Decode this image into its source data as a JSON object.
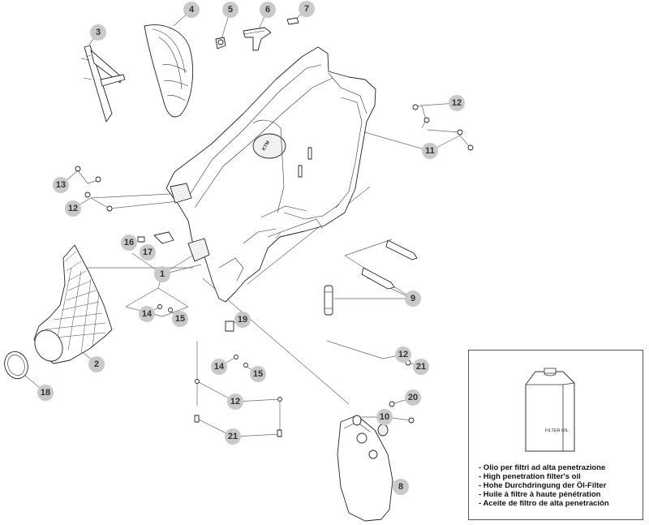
{
  "callouts": [
    {
      "label": "1"
    },
    {
      "label": "2"
    },
    {
      "label": "3"
    },
    {
      "label": "4"
    },
    {
      "label": "5"
    },
    {
      "label": "6"
    },
    {
      "label": "7"
    },
    {
      "label": "8"
    },
    {
      "label": "9"
    },
    {
      "label": "10"
    },
    {
      "label": "11"
    },
    {
      "label": "12"
    },
    {
      "label": "12"
    },
    {
      "label": "12"
    },
    {
      "label": "12"
    },
    {
      "label": "13"
    },
    {
      "label": "14"
    },
    {
      "label": "14"
    },
    {
      "label": "15"
    },
    {
      "label": "15"
    },
    {
      "label": "16"
    },
    {
      "label": "17"
    },
    {
      "label": "18"
    },
    {
      "label": "19"
    },
    {
      "label": "20"
    },
    {
      "label": "21"
    },
    {
      "label": "21"
    }
  ],
  "airbox_stamp": "KTM",
  "oil_can_label": "FILTER OIL",
  "legend": {
    "lines": [
      "- Olio per filtri ad alta penetrazione",
      "- High penetration filter's oil",
      "- Hohe Durchdringung der Öl-Filter",
      "- Huile à filtre à haute pénétration",
      "- Aceite de filtro de alta penetración"
    ]
  }
}
